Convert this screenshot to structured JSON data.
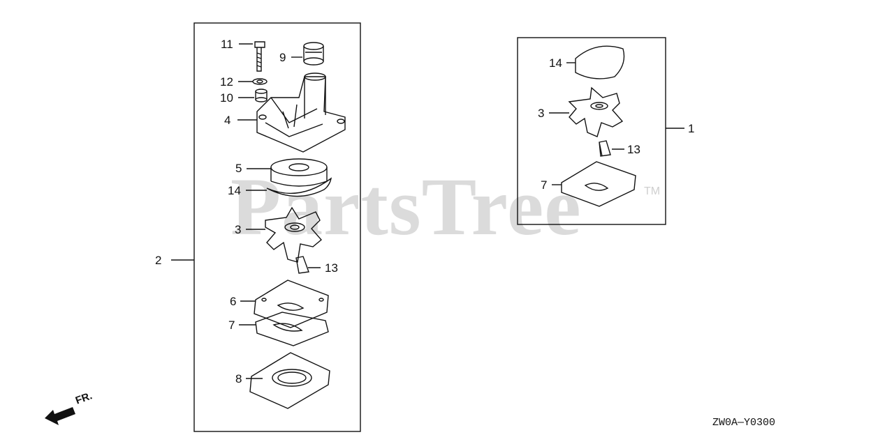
{
  "watermark": {
    "text": "PartsTree",
    "trademark": "TM"
  },
  "diagram_code": "ZW0A—Y0300",
  "front_indicator": {
    "label": "FR.",
    "icon": "front-arrow-icon"
  },
  "assemblies": [
    {
      "id": "kit",
      "callout": "1"
    },
    {
      "id": "pump-assembly",
      "callout": "2"
    }
  ],
  "left_callouts": [
    "11",
    "9",
    "12",
    "10",
    "4",
    "5",
    "14",
    "3",
    "13",
    "6",
    "7",
    "8"
  ],
  "right_callouts": [
    "14",
    "3",
    "13",
    "7"
  ]
}
